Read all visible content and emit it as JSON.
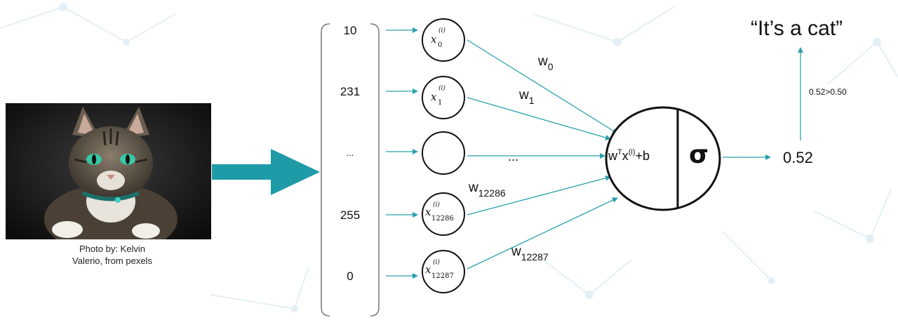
{
  "colors": {
    "arrow": "#2aa0ac",
    "big_arrow": "#1f9ba7",
    "stroke": "#111111"
  },
  "photo": {
    "subject": "tabby cat with green eyes",
    "caption_line1": "Photo by: Kelvin",
    "caption_line2": "Valerio, from pexels"
  },
  "input_vector": {
    "values": [
      "10",
      "231",
      "...",
      "255",
      "0"
    ]
  },
  "input_nodes": [
    {
      "symbol": "x",
      "sub": "0",
      "sup": "(i)"
    },
    {
      "symbol": "x",
      "sub": "1",
      "sup": "(i)"
    },
    {
      "symbol": "",
      "sub": "",
      "sup": ""
    },
    {
      "symbol": "x",
      "sub": "12286",
      "sup": "(i)"
    },
    {
      "symbol": "x",
      "sub": "12287",
      "sup": "(i)"
    }
  ],
  "hidden_ellipsis": "...",
  "weights": [
    {
      "base": "w",
      "sub": "0"
    },
    {
      "base": "w",
      "sub": "1"
    },
    {
      "base": "w",
      "sub": "12286"
    },
    {
      "base": "w",
      "sub": "12287"
    }
  ],
  "neuron": {
    "formula_w": "w",
    "formula_T": "T",
    "formula_x": "x",
    "formula_i": "(i)",
    "formula_rest": "+b",
    "activation": "σ"
  },
  "output": {
    "value": "0.52",
    "threshold_text": "0.52>0.50",
    "prediction": "“It’s a cat”"
  }
}
